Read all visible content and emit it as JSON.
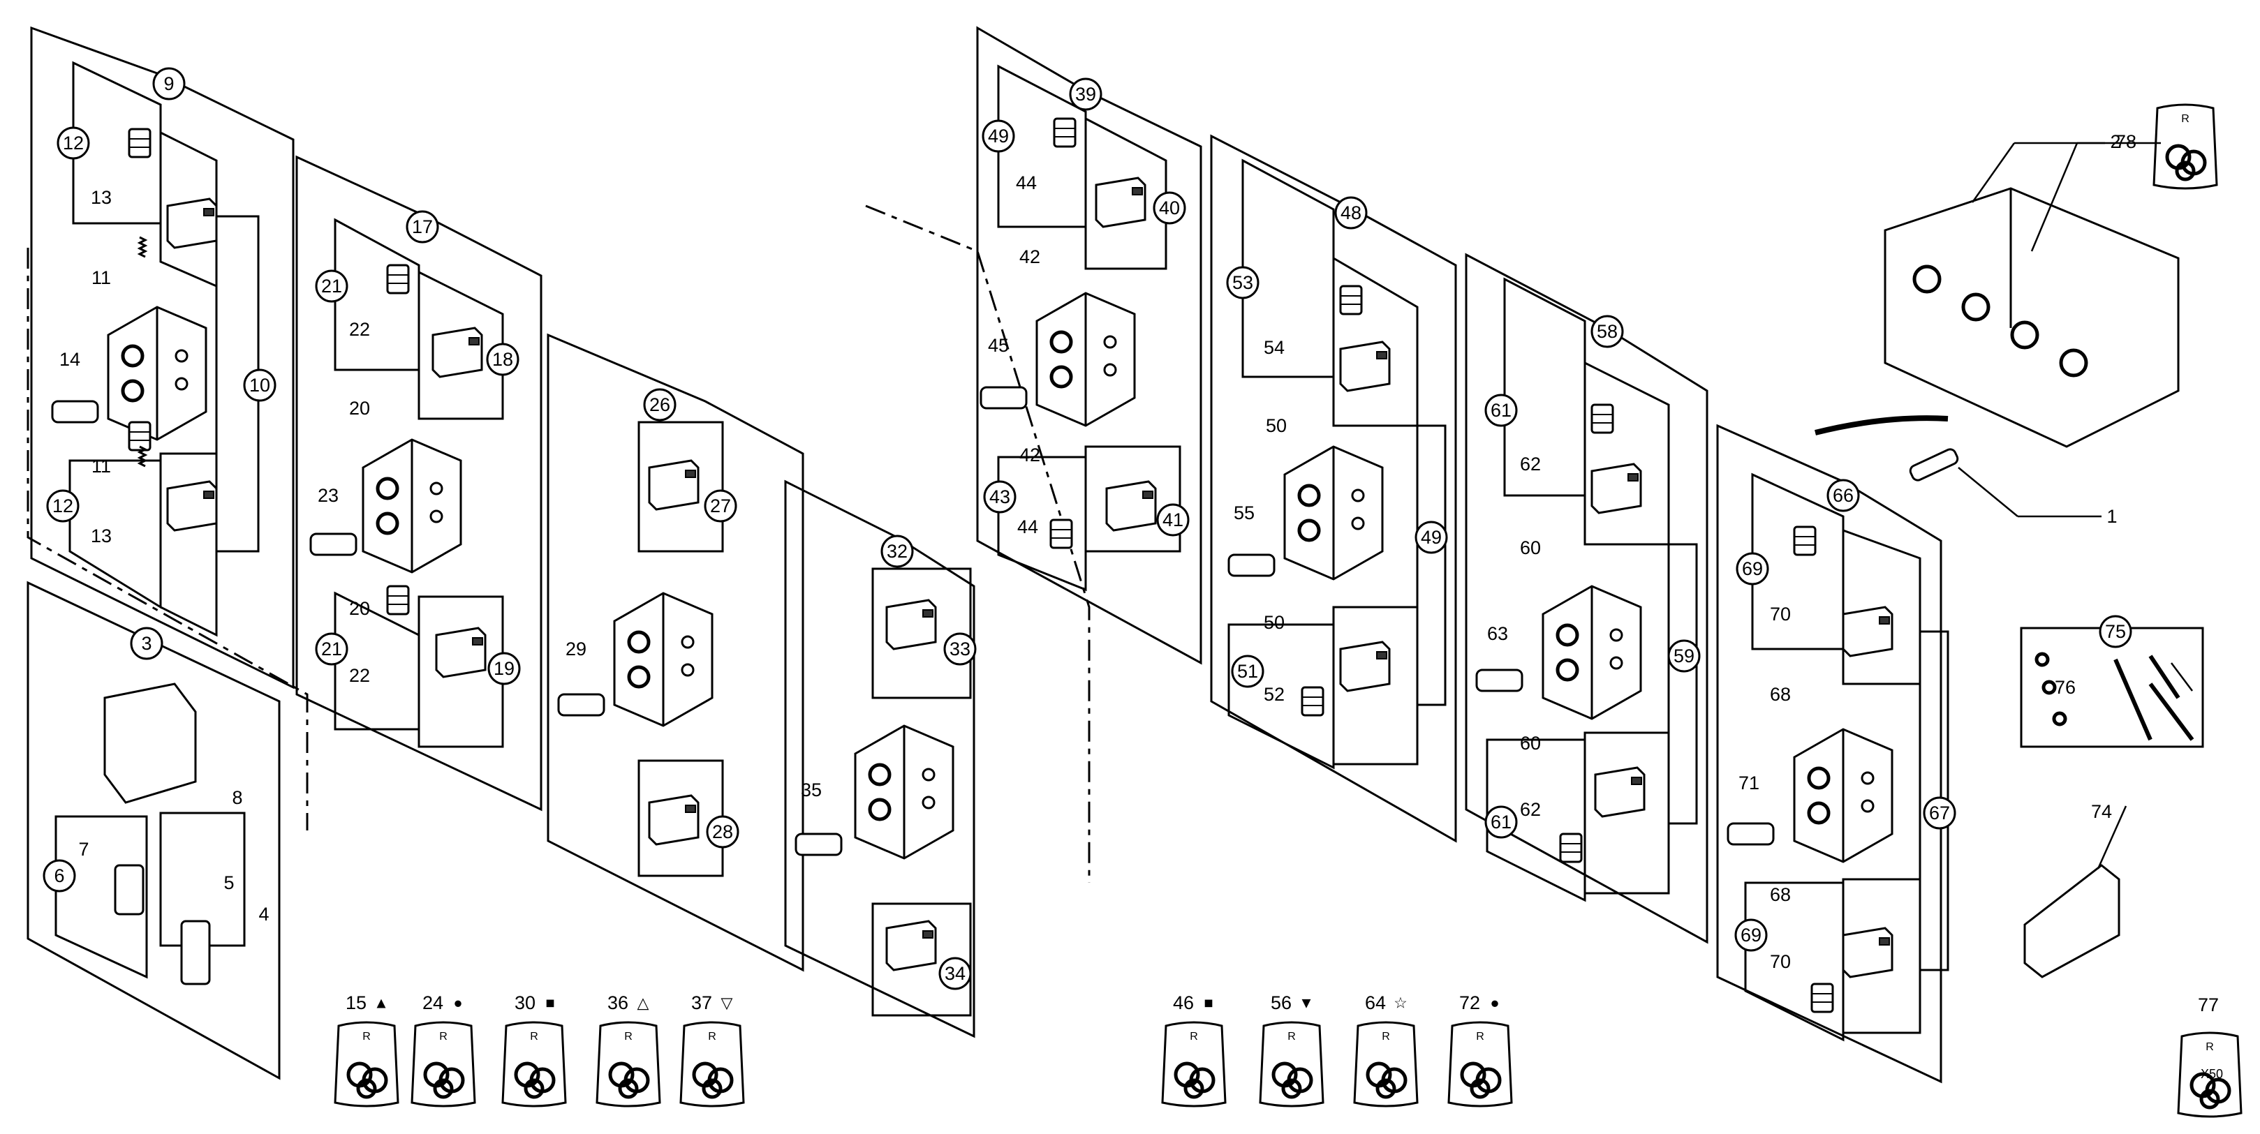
{
  "callouts": {
    "c9": "9",
    "c12a": "12",
    "c12b": "12",
    "c10": "10",
    "c3": "3",
    "c6": "6",
    "c17": "17",
    "c21a": "21",
    "c21b": "21",
    "c18": "18",
    "c19": "19",
    "c26": "26",
    "c27": "27",
    "c28": "28",
    "c32": "32",
    "c33": "33",
    "c34": "34",
    "c39": "39",
    "c49a": "49",
    "c40": "40",
    "c43": "43",
    "c41": "41",
    "c48": "48",
    "c53": "53",
    "c49b": "49",
    "c51": "51",
    "c58": "58",
    "c61a": "61",
    "c59": "59",
    "c61b": "61",
    "c66": "66",
    "c69a": "69",
    "c67": "67",
    "c69b": "69",
    "c75": "75"
  },
  "labels": {
    "l13a": "13",
    "l11a": "11",
    "l14": "14",
    "l11b": "11",
    "l13b": "13",
    "l7": "7",
    "l8": "8",
    "l5": "5",
    "l4": "4",
    "l22a": "22",
    "l20a": "20",
    "l23": "23",
    "l20b": "20",
    "l22b": "22",
    "l29": "29",
    "l35": "35",
    "l44a": "44",
    "l42a": "42",
    "l45": "45",
    "l42b": "42",
    "l44b": "44",
    "l54": "54",
    "l50a": "50",
    "l55": "55",
    "l50b": "50",
    "l52": "52",
    "l62a": "62",
    "l60a": "60",
    "l63": "63",
    "l60b": "60",
    "l62b": "62",
    "l70a": "70",
    "l68a": "68",
    "l71": "71",
    "l68b": "68",
    "l70b": "70",
    "l76": "76",
    "l74": "74",
    "l2": "2",
    "l78": "78",
    "l1": "1",
    "l77": "77"
  },
  "kits": [
    {
      "num": "15",
      "symbol": "▲"
    },
    {
      "num": "24",
      "symbol": "●"
    },
    {
      "num": "30",
      "symbol": "■"
    },
    {
      "num": "36",
      "symbol": "△"
    },
    {
      "num": "37",
      "symbol": "▽"
    },
    {
      "num": "46",
      "symbol": "■"
    },
    {
      "num": "56",
      "symbol": "▼"
    },
    {
      "num": "64",
      "symbol": "☆"
    },
    {
      "num": "72",
      "symbol": "●"
    }
  ],
  "kit77_text": "X50"
}
